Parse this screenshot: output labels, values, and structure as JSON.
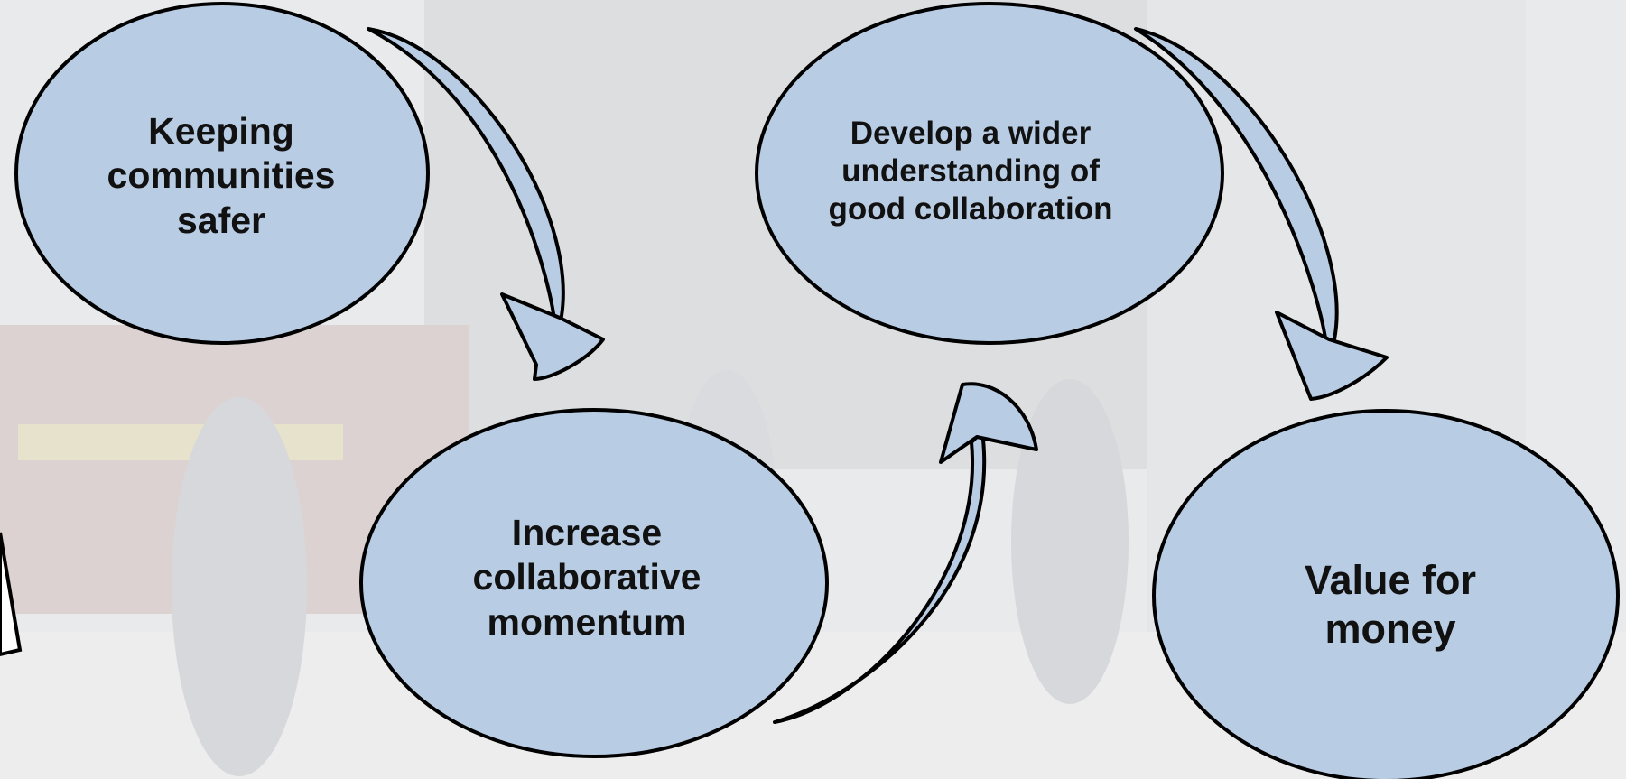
{
  "diagram": {
    "nodes": [
      {
        "id": "keeping",
        "label": "Keeping\ncommunities\nsafer"
      },
      {
        "id": "develop",
        "label": "Develop a wider\nunderstanding of\ngood collaboration"
      },
      {
        "id": "increase",
        "label": "Increase\ncollaborative\nmomentum"
      },
      {
        "id": "value",
        "label": "Value for\nmoney"
      }
    ],
    "edges": [
      {
        "from": "keeping",
        "to": "increase"
      },
      {
        "from": "increase",
        "to": "develop"
      },
      {
        "from": "develop",
        "to": "value"
      }
    ]
  },
  "colors": {
    "node_fill": "#b8cce4",
    "outline": "#000000",
    "text": "#111111",
    "background": "#e9ebed"
  }
}
